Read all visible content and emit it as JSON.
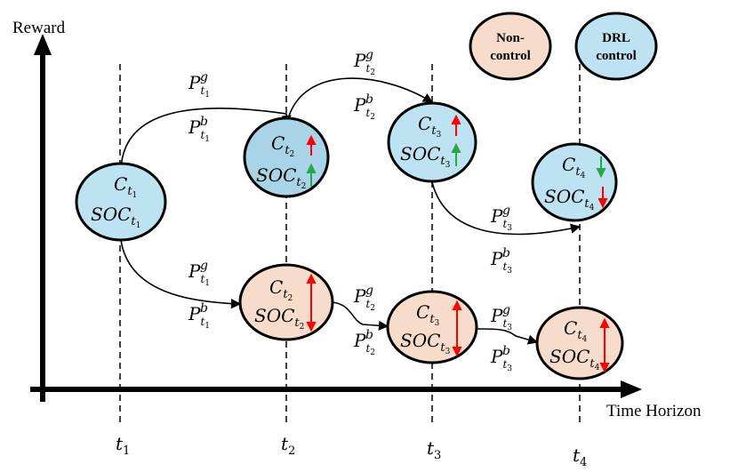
{
  "axes": {
    "y_label": "Reward",
    "x_label": "Time Horizon"
  },
  "time_ticks": [
    {
      "base": "t",
      "sub": "1"
    },
    {
      "base": "t",
      "sub": "2"
    },
    {
      "base": "t",
      "sub": "3"
    },
    {
      "base": "t",
      "sub": "4"
    }
  ],
  "legend": {
    "noncontrol": {
      "line1": "Non-",
      "line2": "control",
      "fill": "#f8dccb"
    },
    "drl": {
      "line1": "DRL",
      "line2": "control",
      "fill": "#bde2f1"
    }
  },
  "colors": {
    "drl_fill": "#bde2f1",
    "drl_fill_t2": "#a9d3e6",
    "noncontrol_fill": "#f8dccb",
    "arrow_up": "#ff0000",
    "arrow_green": "#22aa44",
    "arrow_down": "#ff0000"
  },
  "nodes": {
    "c_base": "C",
    "soc_base": "SOC",
    "t1": {
      "sub": "t1"
    },
    "drl_t2": {
      "sub": "t2",
      "c_arrow": "up-red",
      "soc_arrow": "up-green"
    },
    "drl_t3": {
      "sub": "t3",
      "c_arrow": "up-red",
      "soc_arrow": "up-green"
    },
    "drl_t4": {
      "sub": "t4",
      "c_arrow": "down-green",
      "soc_arrow": "down-red"
    },
    "non_t2": {
      "sub": "t2",
      "arrows": "updown-red"
    },
    "non_t3": {
      "sub": "t3",
      "arrows": "updown-red"
    },
    "non_t4": {
      "sub": "t4",
      "arrows": "updown-red"
    }
  },
  "edge_labels": {
    "p_base": "P",
    "g": "g",
    "b": "b",
    "upper_t1": {
      "sub": "t1"
    },
    "upper_t2": {
      "sub": "t2"
    },
    "upper_t3": {
      "sub": "t3"
    },
    "lower_t1": {
      "sub": "t1"
    },
    "lower_t2": {
      "sub": "t2"
    },
    "lower_t3": {
      "sub": "t3"
    }
  }
}
